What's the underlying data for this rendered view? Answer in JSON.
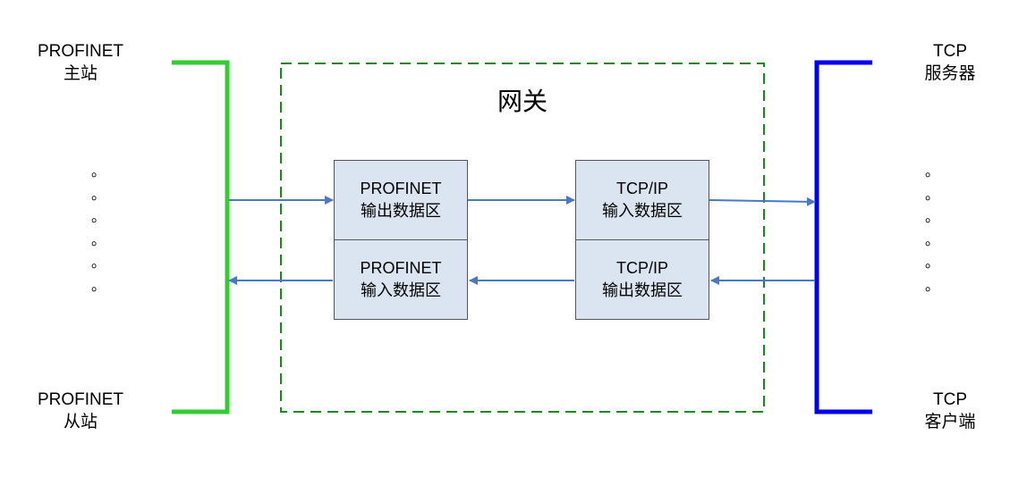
{
  "colors": {
    "profinet_bus": "#33cc33",
    "tcp_bus": "#0000ee",
    "gateway_border": "#1a8a1a",
    "arrow": "#4a78c2",
    "box_fill": "#dbe5f1"
  },
  "left": {
    "top_label": [
      "PROFINET",
      "主站"
    ],
    "bottom_label": [
      "PROFINET",
      "从站"
    ],
    "dots": [
      "。",
      "。",
      "。",
      "。",
      "。",
      "。"
    ]
  },
  "right": {
    "top_label": [
      "TCP",
      "服务器"
    ],
    "bottom_label": [
      "TCP",
      "客户端"
    ],
    "dots": [
      "。",
      "。",
      "。",
      "。",
      "。",
      "。"
    ]
  },
  "gateway": {
    "title": "网关",
    "boxes": {
      "profinet_output": [
        "PROFINET",
        "输出数据区"
      ],
      "profinet_input": [
        "PROFINET",
        "输入数据区"
      ],
      "tcp_input": [
        "TCP/IP",
        "输入数据区"
      ],
      "tcp_output": [
        "TCP/IP",
        "输出数据区"
      ]
    }
  },
  "arrows": [
    {
      "from": "PROFINET主站/从站",
      "to": "PROFINET输出数据区"
    },
    {
      "from": "PROFINET输出数据区",
      "to": "TCP/IP输入数据区"
    },
    {
      "from": "TCP/IP输入数据区",
      "to": "TCP服务器/客户端"
    },
    {
      "from": "TCP服务器/客户端",
      "to": "TCP/IP输出数据区"
    },
    {
      "from": "TCP/IP输出数据区",
      "to": "PROFINET输入数据区"
    },
    {
      "from": "PROFINET输入数据区",
      "to": "PROFINET主站/从站"
    }
  ]
}
